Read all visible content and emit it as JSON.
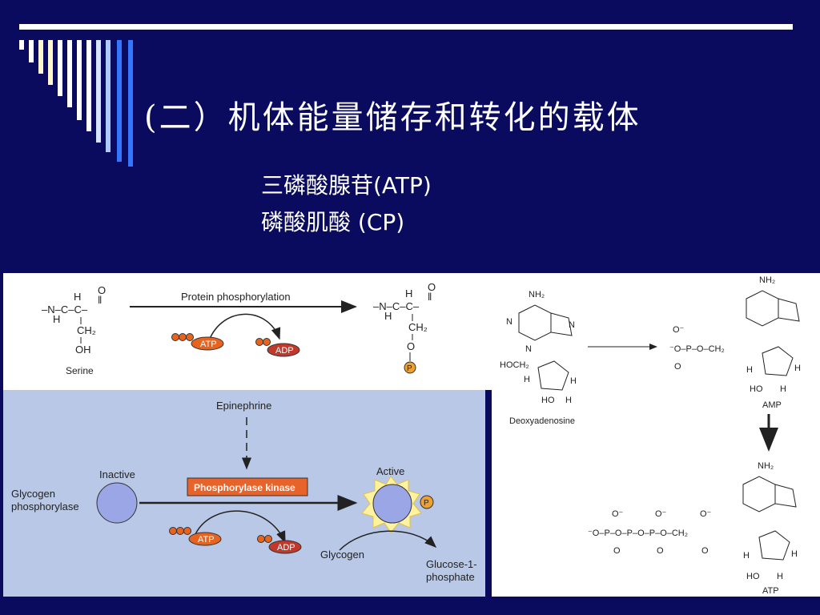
{
  "slide": {
    "title": "(二）机体能量储存和转化的载体",
    "lines": [
      "三磷酸腺苷(ATP)",
      "磷酸肌酸 (CP)"
    ]
  },
  "protein_phosphorylation": {
    "caption": "Protein phosphorylation",
    "left_molecule_label": "Serine",
    "atp": "ATP",
    "adp": "ADP",
    "phosphate": "P"
  },
  "glycogen_panel": {
    "epinephrine": "Epinephrine",
    "inactive": "Inactive",
    "active": "Active",
    "enzyme_label": [
      "Glycogen",
      "phosphorylase"
    ],
    "kinase": "Phosphorylase kinase",
    "atp": "ATP",
    "adp": "ADP",
    "glycogen": "Glycogen",
    "product": [
      "Glucose-1-",
      "phosphate"
    ],
    "phosphate": "P"
  },
  "nucleotides": {
    "deoxyadenosine": "Deoxyadenosine",
    "amp": "AMP",
    "atp": "ATP"
  },
  "colors": {
    "background": "#0a0a5e",
    "panel_blue": "#b8c8e6",
    "atp_orange": "#e8641e",
    "adp_red": "#c0392b",
    "kinase_orange": "#e8632a"
  }
}
